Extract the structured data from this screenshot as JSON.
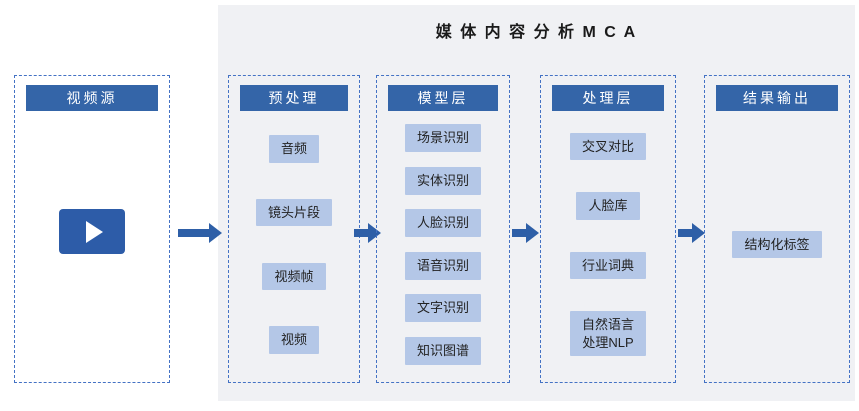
{
  "title": "媒 体 内 容 分 析 M C A",
  "columns": [
    {
      "header": "视频源",
      "items": []
    },
    {
      "header": "预处理",
      "items": [
        "音频",
        "镜头片段",
        "视频帧",
        "视频"
      ]
    },
    {
      "header": "模型层",
      "items": [
        "场景识别",
        "实体识别",
        "人脸识别",
        "语音识别",
        "文字识别",
        "知识图谱"
      ]
    },
    {
      "header": "处理层",
      "items": [
        "交叉对比",
        "人脸库",
        "行业词典",
        "自然语言\n处理NLP"
      ]
    },
    {
      "header": "结果输出",
      "items": [
        "结构化标签"
      ]
    }
  ],
  "icons": {
    "play": "play-icon"
  },
  "colors": {
    "header_blue": "#3465a8",
    "item_light_blue": "#b4c7e7",
    "arrow_blue": "#2e5fa7",
    "dashed_border_blue": "#4472c4",
    "panel_background": "#f0f1f4",
    "play_button_blue": "#2d5ca8"
  }
}
